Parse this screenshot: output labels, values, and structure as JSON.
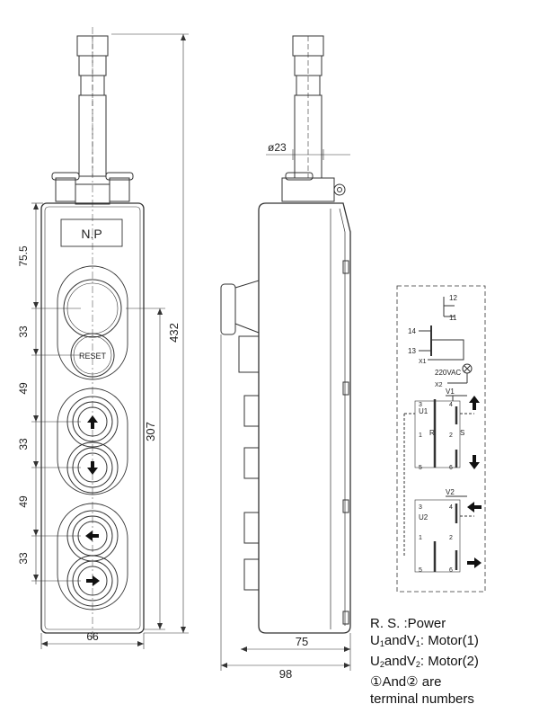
{
  "front_view": {
    "nameplate": "N.P",
    "reset_label": "RESET",
    "dims": {
      "top": "75.5",
      "gap1": "33",
      "gap2": "49",
      "gap3": "33",
      "gap4": "49",
      "gap5": "33",
      "mid": "307",
      "total": "432",
      "width": "66"
    }
  },
  "side_view": {
    "cable_dia": "ø23",
    "depth": "75",
    "total_depth": "98"
  },
  "circuit": {
    "t12": "12",
    "t11": "11",
    "t14": "14",
    "t13": "13",
    "x1": "X1",
    "x2": "X2",
    "voltage": "220VAC",
    "v1": "V1",
    "u1": "U1",
    "v2": "V2",
    "u2": "U2",
    "r": "R",
    "s": "S",
    "n1": "1",
    "n2": "2",
    "n3": "3",
    "n4": "4",
    "n5": "5",
    "n6": "6"
  },
  "legend": {
    "line1": "R. S. :Power",
    "line2a": "U",
    "line2b": "1",
    "line2c": "andV",
    "line2d": "1",
    "line2e": ": Motor(1)",
    "line3a": "U",
    "line3b": "2",
    "line3c": "andV",
    "line3d": "2",
    "line3e": ": Motor(2)",
    "line4a": "①And②",
    "line4b": " are",
    "line5": "terminal numbers"
  }
}
